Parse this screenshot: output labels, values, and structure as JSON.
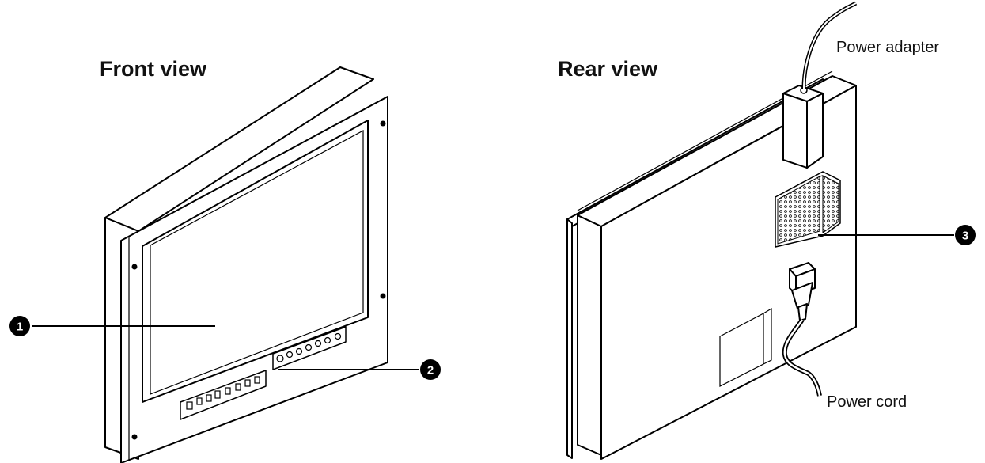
{
  "front_view": {
    "title": "Front view",
    "callouts": [
      {
        "number": "1"
      },
      {
        "number": "2"
      }
    ]
  },
  "rear_view": {
    "title": "Rear view",
    "callouts": [
      {
        "number": "3"
      }
    ],
    "labels": {
      "power_adapter": "Power adapter",
      "power_cord": "Power cord"
    }
  }
}
